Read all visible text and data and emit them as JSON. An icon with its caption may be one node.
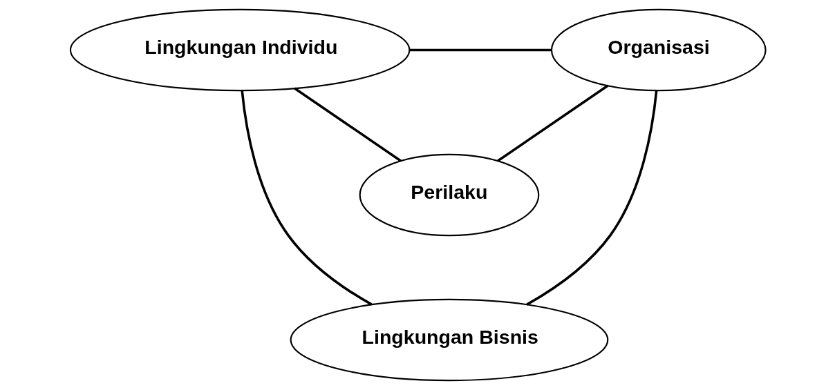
{
  "diagram": {
    "nodes": [
      {
        "text": [
          "Lingkungan Individu"
        ]
      },
      {
        "text": [
          "Organisasi"
        ]
      },
      {
        "text": [
          "Perilaku"
        ]
      },
      {
        "text": [
          "Lingkungan Bisnis"
        ]
      }
    ],
    "edges": [
      {
        "from": 0,
        "to": 1,
        "arrow": "none"
      },
      {
        "from": 0,
        "to": 2,
        "arrow": "none"
      },
      {
        "from": 1,
        "to": 2,
        "arrow": "none"
      },
      {
        "from": 0,
        "to": 3,
        "arrow": "none"
      },
      {
        "from": 1,
        "to": 3,
        "arrow": "none"
      }
    ]
  }
}
